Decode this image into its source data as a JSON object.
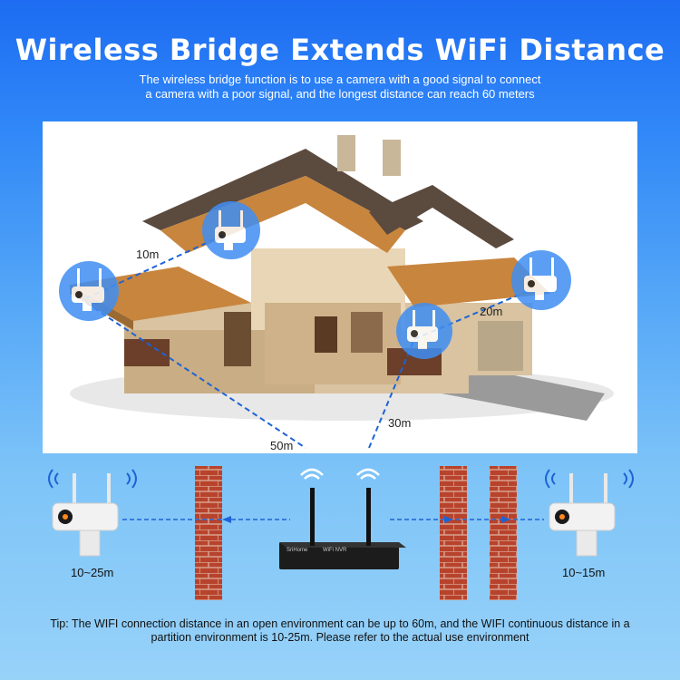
{
  "header": {
    "title": "Wireless Bridge Extends WiFi Distance",
    "subtitle": "The wireless bridge function is to use a camera with a good signal to connect a camera with a poor signal, and the longest distance can reach 60 meters"
  },
  "house_diagram": {
    "distances": {
      "d1": "10m",
      "d2": "20m",
      "d3": "30m",
      "d4": "50m"
    }
  },
  "wall_diagram": {
    "left_camera_range": "10~25m",
    "right_camera_range": "10~15m",
    "nvr_brand": "SriHome",
    "nvr_label": "WiFi NVR"
  },
  "footer": {
    "tip": "Tip: The WIFI connection distance in an open environment can be up to 60m, and the WIFI continuous distance in a partition environment is 10-25m. Please refer to the actual use environment"
  },
  "colors": {
    "background_top": "#1d6cf2",
    "background_bottom": "#97d2f9",
    "dash_line": "#1e63d6",
    "brick": "#b8432c",
    "camera_bubble": "#3f8ef3"
  }
}
